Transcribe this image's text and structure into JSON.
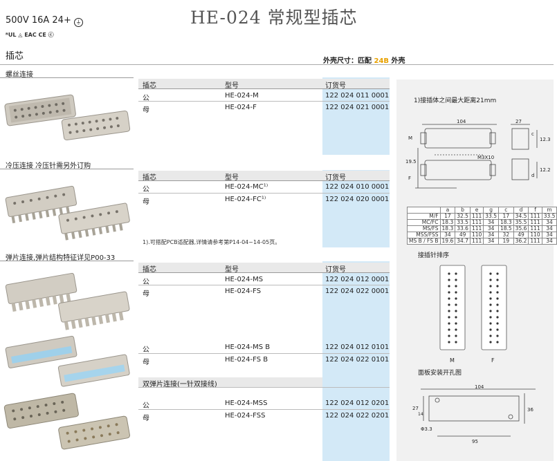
{
  "header": {
    "title": "HE-024 常规型插芯",
    "rating": "500V 16A 24+",
    "certs": "ᴿUL ◬ EAC CE ⓒ",
    "category": "插芯",
    "housing_prefix": "外壳尺寸：匹配 ",
    "housing_size": "24B",
    "housing_suffix": " 外壳"
  },
  "table_headers": {
    "col1": "插芯",
    "col2": "型号",
    "col3": "订货号"
  },
  "sections": {
    "screw": {
      "label": "螺丝连接",
      "rows": [
        {
          "type": "公",
          "model": "HE-024-M",
          "order": "122 024 011 0001"
        },
        {
          "type": "母",
          "model": "HE-024-F",
          "order": "122 024 021 0001"
        }
      ]
    },
    "crimp": {
      "label": "冷压连接 冷压针需另外订购",
      "rows": [
        {
          "type": "公",
          "model": "HE-024-MC¹⁾",
          "order": "122 024 010 0001"
        },
        {
          "type": "母",
          "model": "HE-024-FC¹⁾",
          "order": "122 024 020 0001"
        }
      ],
      "note": "1).可搭配PCB适配器,详情请参考第P14-04~14-05页。"
    },
    "spring": {
      "label": "弹片连接,弹片结构特征详见P00-33",
      "rows": [
        {
          "type": "公",
          "model": "HE-024-MS",
          "order": "122 024 012 0001"
        },
        {
          "type": "母",
          "model": "HE-024-FS",
          "order": "122 024 022 0001"
        },
        {
          "type": "公",
          "model": "HE-024-MS B",
          "order": "122 024 012 0101"
        },
        {
          "type": "母",
          "model": "HE-024-FS B",
          "order": "122 024 022 0101"
        }
      ],
      "double_label": "双弹片连接(一针双接线)",
      "double_rows": [
        {
          "type": "公",
          "model": "HE-024-MSS",
          "order": "122 024 012 0201"
        },
        {
          "type": "母",
          "model": "HE-024-FSS",
          "order": "122 024 022 0201"
        }
      ]
    }
  },
  "right_panel": {
    "note": "1)接插体之间最大距离21mm",
    "drawing_labels": {
      "w104": "104",
      "w27": "27",
      "m3x10": "M3X10",
      "h195": "19.5",
      "c": "c",
      "d": "d",
      "M": "M",
      "F": "F",
      "h122": "12.2",
      "h123": "12.3"
    },
    "dim_table": {
      "headers": [
        "",
        "a",
        "b",
        "e",
        "g",
        "c",
        "d",
        "f",
        "m"
      ],
      "rows": [
        [
          "M/F",
          "17",
          "32.5",
          "111",
          "33.5",
          "17",
          "34.5",
          "111",
          "33.5"
        ],
        [
          "MC/FC",
          "18.3",
          "33.5",
          "111",
          "34",
          "18.3",
          "35.5",
          "111",
          "34"
        ],
        [
          "MS/FS",
          "18.3",
          "33.6",
          "111",
          "34",
          "18.5",
          "35.6",
          "111",
          "34"
        ],
        [
          "MSS/FSS",
          "34",
          "49",
          "110",
          "34",
          "32",
          "49",
          "110",
          "34"
        ],
        [
          "MS B / FS B",
          "19.6",
          "34.7",
          "111",
          "34",
          "19",
          "36.2",
          "111",
          "34"
        ]
      ]
    },
    "pin_title": "接插针排序",
    "pin_labels": {
      "M": "M",
      "F": "F"
    },
    "cutout_title": "面板安装开孔图",
    "cutout_labels": {
      "w104": "104",
      "w95": "95",
      "h27": "27",
      "h14": "14",
      "h36": "36",
      "phi": "Φ3.3"
    }
  }
}
